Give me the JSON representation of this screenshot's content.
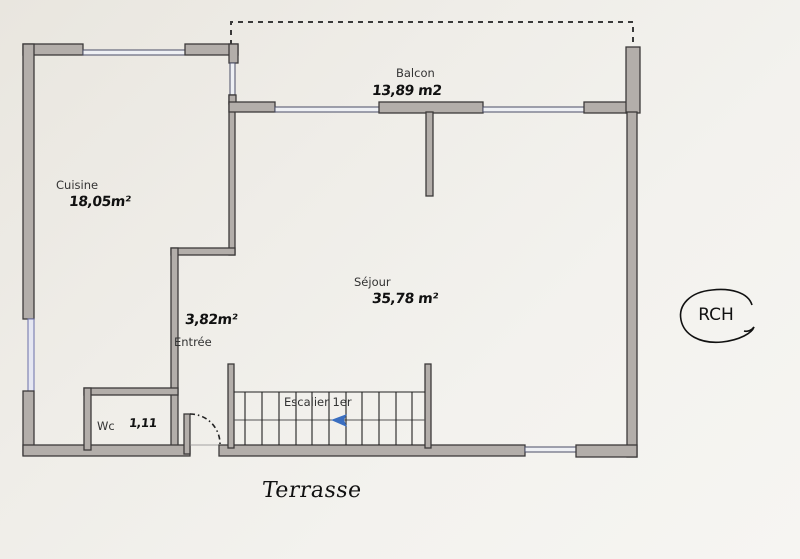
{
  "plan": {
    "level_badge": "RCH",
    "outside_label": "Terrasse",
    "rooms": {
      "cuisine": {
        "name": "Cuisine",
        "area": "18,05",
        "unit": "m²"
      },
      "balcon": {
        "name": "Balcon",
        "area": "13,89",
        "unit": "m2"
      },
      "sejour": {
        "name": "Séjour",
        "area": "35,78",
        "unit": "m²"
      },
      "entree": {
        "name": "Entrée",
        "area": "3,82",
        "unit": "m²"
      },
      "wc": {
        "name": "Wc",
        "area": "1,11"
      },
      "escalier": {
        "name": "Escalier 1er",
        "direction": "left",
        "arrow_color": "#3a6ec0"
      }
    },
    "colors": {
      "wall_fill": "#b3aeaa",
      "wall_stroke": "#3c3a3a",
      "window_stroke": "#4a4d66",
      "background": "#efede8"
    }
  }
}
